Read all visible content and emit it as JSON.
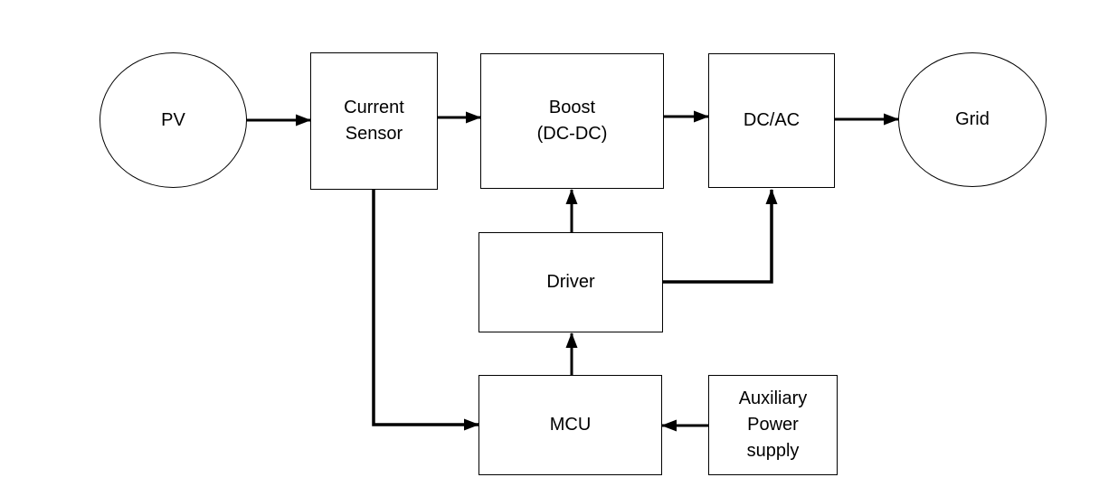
{
  "diagram": {
    "background_color": "#ffffff",
    "line_color": "#000000",
    "text_color": "#000000",
    "nodes": {
      "pv": {
        "label": "PV",
        "shape": "ellipse"
      },
      "current_sensor": {
        "label": "Current\nSensor",
        "shape": "rect"
      },
      "boost": {
        "label": "Boost\n(DC-DC)",
        "shape": "rect"
      },
      "dc_ac": {
        "label": "DC/AC",
        "shape": "rect"
      },
      "grid": {
        "label": "Grid",
        "shape": "ellipse"
      },
      "driver": {
        "label": "Driver",
        "shape": "rect"
      },
      "mcu": {
        "label": "MCU",
        "shape": "rect"
      },
      "aux_power": {
        "label": "Auxiliary\nPower\nsupply",
        "shape": "rect"
      }
    },
    "connections": [
      {
        "from": "pv",
        "to": "current_sensor",
        "type": "arrow"
      },
      {
        "from": "current_sensor",
        "to": "boost",
        "type": "arrow"
      },
      {
        "from": "boost",
        "to": "dc_ac",
        "type": "arrow"
      },
      {
        "from": "dc_ac",
        "to": "grid",
        "type": "arrow"
      },
      {
        "from": "driver",
        "to": "boost",
        "type": "arrow"
      },
      {
        "from": "driver",
        "to": "dc_ac",
        "type": "elbow-arrow"
      },
      {
        "from": "mcu",
        "to": "driver",
        "type": "arrow"
      },
      {
        "from": "current_sensor",
        "to": "mcu",
        "type": "elbow-arrow"
      },
      {
        "from": "aux_power",
        "to": "mcu",
        "type": "arrow"
      }
    ]
  }
}
